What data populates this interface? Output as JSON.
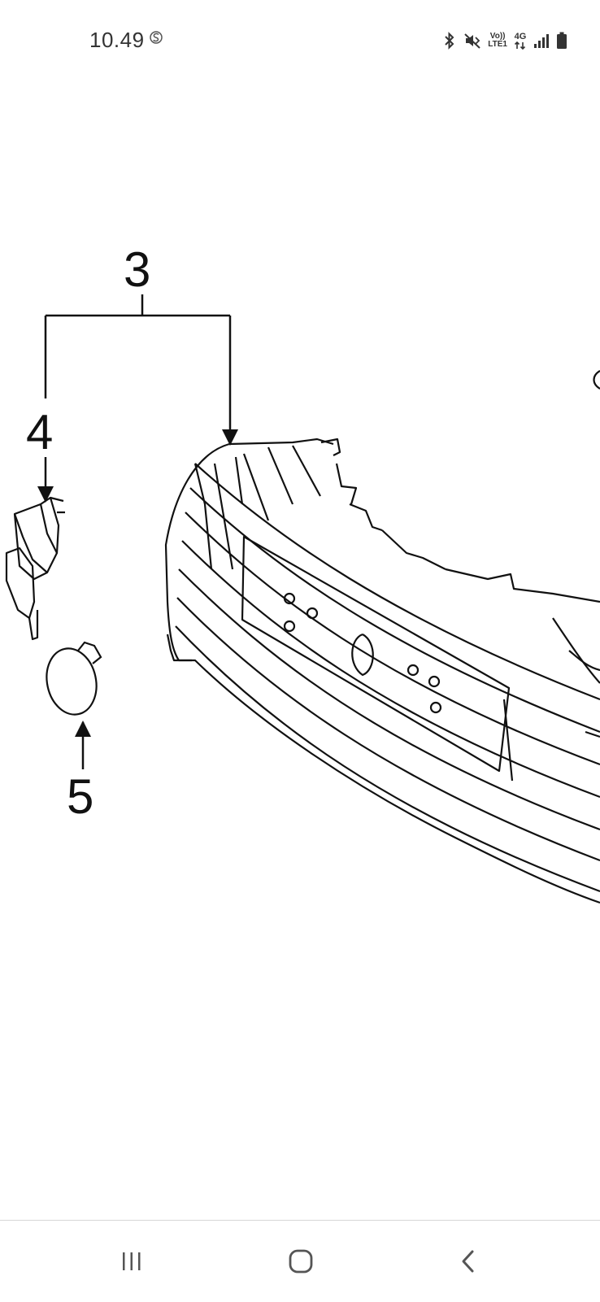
{
  "status_bar": {
    "time": "10.49",
    "sync_icon": "samsung-s-icon",
    "icons": [
      "bluetooth-icon",
      "mute-vibrate-icon",
      "volte-icon",
      "network-4g-icon",
      "signal-icon",
      "battery-icon"
    ],
    "volte_line1": "Vo))",
    "volte_line2": "LTE1",
    "network_type": "4G"
  },
  "diagram": {
    "callouts": [
      {
        "number": "3"
      },
      {
        "number": "4"
      },
      {
        "number": "5"
      }
    ]
  },
  "nav_bar": {
    "buttons": [
      "recent-apps-icon",
      "home-icon",
      "back-icon"
    ]
  }
}
